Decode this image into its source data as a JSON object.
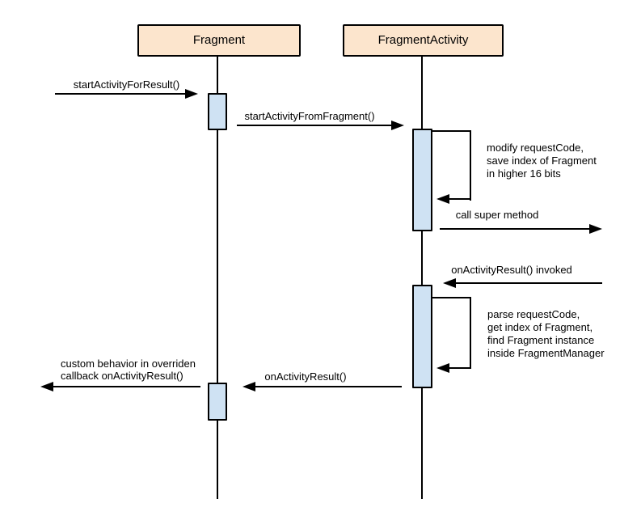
{
  "diagram": {
    "type": "sequence-diagram",
    "actors": [
      {
        "label": "Fragment"
      },
      {
        "label": "FragmentActivity"
      }
    ],
    "messages": {
      "start_activity_for_result": "startActivityForResult()",
      "start_activity_from_fragment": "startActivityFromFragment()",
      "call_super_method": "call super method",
      "on_activity_result_invoked": "onActivityResult() invoked",
      "on_activity_result": "onActivityResult()",
      "custom_behavior": "custom behavior in overriden\ncallback onActivityResult()"
    },
    "notes": {
      "modify_request_code": "modify requestCode,\nsave index of Fragment\nin higher 16 bits",
      "parse_request_code": "parse requestCode,\nget index of Fragment,\nfind Fragment instance\ninside FragmentManager"
    },
    "colors": {
      "actor_fill": "#fce5cd",
      "activation_fill": "#cfe2f3",
      "line": "#000000",
      "background": "#ffffff"
    }
  }
}
